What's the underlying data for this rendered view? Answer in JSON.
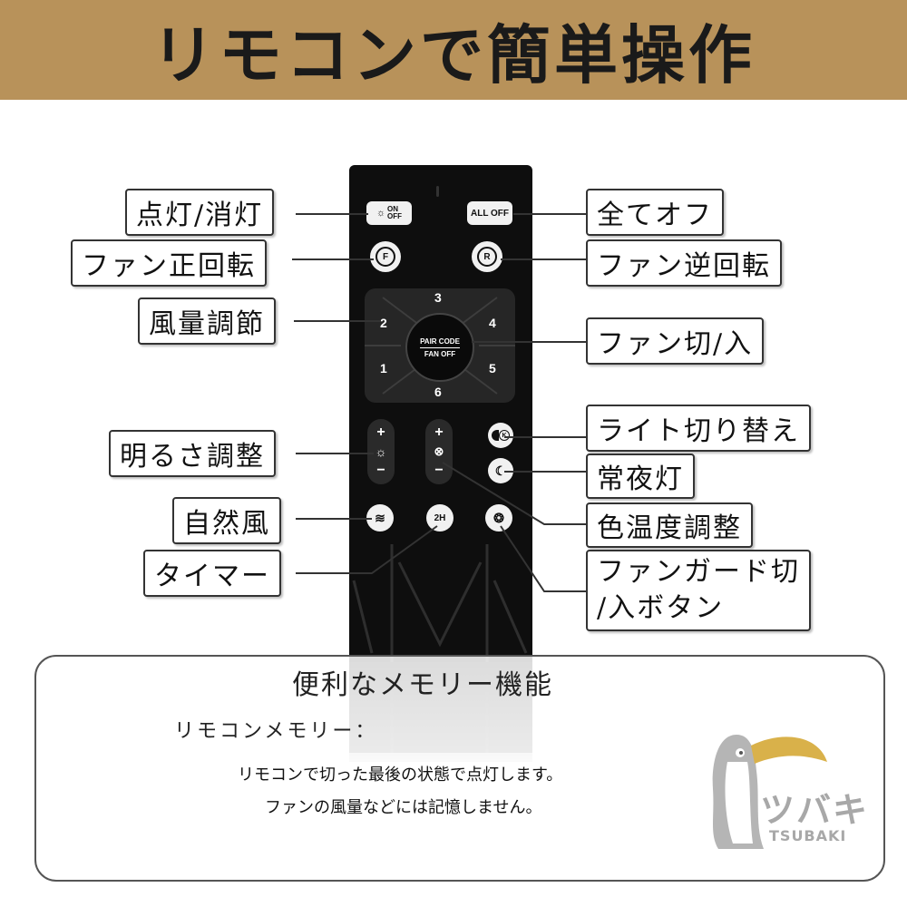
{
  "banner": {
    "title": "リモコンで簡単操作",
    "color": "#b8925a"
  },
  "remote": {
    "on_off_top": "ON",
    "on_off_bottom": "OFF",
    "all_off": "ALL OFF",
    "fan_forward_letter": "F",
    "fan_reverse_letter": "R",
    "speeds": [
      "1",
      "2",
      "3",
      "4",
      "5",
      "6"
    ],
    "center_top": "PAIR CODE",
    "center_bottom": "FAN OFF",
    "plus": "+",
    "minus": "−",
    "timer": "2H",
    "light_switch_letter": "K"
  },
  "labels": {
    "on_off": "点灯/消灯",
    "all_off": "全てオフ",
    "fan_forward": "ファン正回転",
    "fan_reverse": "ファン逆回転",
    "fan_speed": "風量調節",
    "fan_toggle": "ファン切/入",
    "light_switch": "ライト切り替え",
    "night_light": "常夜灯",
    "brightness": "明るさ調整",
    "color_temp": "色温度調整",
    "natural_wind": "自然風",
    "timer": "タイマー",
    "fan_guard_line1": "ファンガード切",
    "fan_guard_line2": "/入ボタン"
  },
  "memory": {
    "title": "便利なメモリー機能",
    "subtitle": "リモコンメモリー：",
    "line1": "リモコンで切った最後の状態で点灯します。",
    "line2": "ファンの風量などには記憶しません。"
  },
  "logo": {
    "text": "ツバキ",
    "sub": "TSUBAKI"
  }
}
